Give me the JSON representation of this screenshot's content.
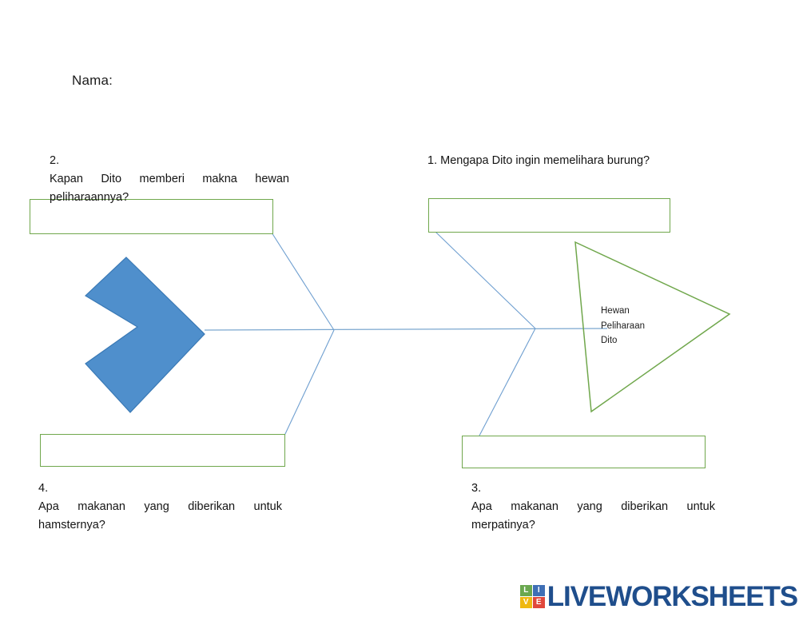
{
  "worksheet": {
    "name_label": "Nama:",
    "head_label": "Hewan\nPeliharaan\nDito",
    "head_label_lines": [
      "Hewan",
      "Peliharaan",
      "Dito"
    ]
  },
  "questions": [
    {
      "id": "q2",
      "number": "2.",
      "text": "Kapan Dito memberi makna hewan peliharaannya?",
      "line1": "Kapan  Dito  memberi  makna  hewan",
      "line2": "peliharaannya?",
      "position": "top-left"
    },
    {
      "id": "q1",
      "number": "1.",
      "text": "Mengapa Dito ingin memelihara burung?",
      "line1": "Mengapa Dito ingin memelihara burung?",
      "line2": "",
      "position": "top-right"
    },
    {
      "id": "q4",
      "number": "4.",
      "text": "Apa makanan yang diberikan untuk hamsternya?",
      "line1": "Apa  makanan  yang  diberikan  untuk",
      "line2": "hamsternya?",
      "position": "bottom-left"
    },
    {
      "id": "q3",
      "number": "3.",
      "text": "Apa makanan yang diberikan untuk merpatinya?",
      "line1": "Apa  makanan  yang  diberikan  untuk",
      "line2": "merpatinya?",
      "position": "bottom-right"
    }
  ],
  "answer_boxes": [
    {
      "id": "box-q2",
      "for_question": "2",
      "value": "",
      "placeholder": ""
    },
    {
      "id": "box-q1",
      "for_question": "1",
      "value": "",
      "placeholder": ""
    },
    {
      "id": "box-q4",
      "for_question": "4",
      "value": "",
      "placeholder": ""
    },
    {
      "id": "box-q3",
      "for_question": "3",
      "value": "",
      "placeholder": ""
    }
  ],
  "colors": {
    "box_border": "#70a74c",
    "triangle_stroke": "#70a74c",
    "spine_line": "#7ba7cf",
    "branch_line": "#6f9fd0",
    "chevron_fill": "#4f8fcc",
    "chevron_stroke": "#3a79b5",
    "logo_word": "#1f4e8c",
    "tile_l": "#6aa84f",
    "tile_i": "#3f6fb5",
    "tile_v": "#efb810",
    "tile_e": "#e0483c",
    "text": "#1a1a1a"
  },
  "logo": {
    "tiles": [
      {
        "letter": "L",
        "color": "#6aa84f"
      },
      {
        "letter": "I",
        "color": "#3f6fb5"
      },
      {
        "letter": "V",
        "color": "#efb810"
      },
      {
        "letter": "E",
        "color": "#e0483c"
      }
    ],
    "word": "LIVEWORKSHEETS"
  }
}
